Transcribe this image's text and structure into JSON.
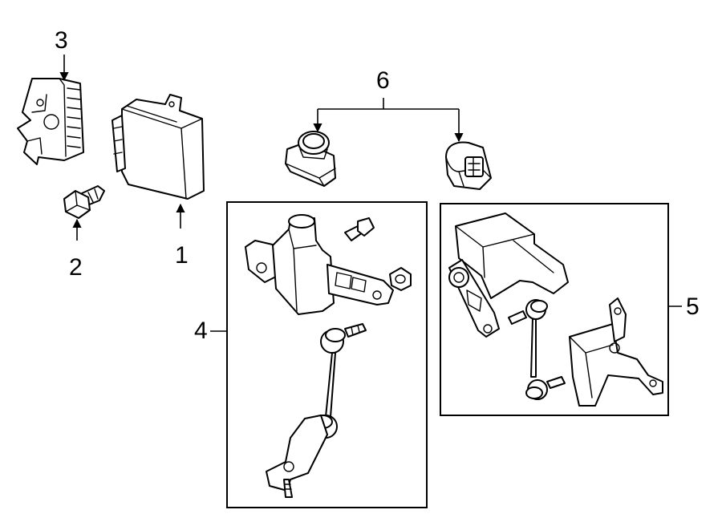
{
  "callouts": {
    "c1": "1",
    "c2": "2",
    "c3": "3",
    "c4": "4",
    "c5": "5",
    "c6": "6"
  },
  "parts": [
    {
      "id": "1",
      "icon": "control-module-icon"
    },
    {
      "id": "2",
      "icon": "bolt-icon"
    },
    {
      "id": "3",
      "icon": "bracket-connector-icon"
    },
    {
      "id": "4",
      "icon": "level-sensor-assembly-icon"
    },
    {
      "id": "5",
      "icon": "level-sensor-assembly-icon"
    },
    {
      "id": "6",
      "icon": "sensor-connector-icon"
    }
  ]
}
